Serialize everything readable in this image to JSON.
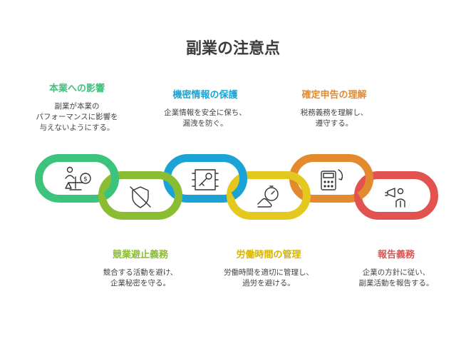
{
  "title": "副業の注意点",
  "items": [
    {
      "heading": "本業への影響",
      "desc": "副業が本業の\nパフォーマンスに影響を\n与えないようにする。",
      "color": "#3cc47c",
      "icon": "person-scale-dollar-icon"
    },
    {
      "heading": "競業避止義務",
      "desc": "競合する活動を避け、\n企業秘密を守る。",
      "color": "#8bbd32",
      "icon": "shield-slash-icon"
    },
    {
      "heading": "機密情報の保護",
      "desc": "企業情報を安全に保ち、\n漏洩を防ぐ。",
      "color": "#1aa3d4",
      "icon": "key-frame-icon"
    },
    {
      "heading": "労働時間の管理",
      "desc": "労働時間を適切に管理し、\n過労を避ける。",
      "color": "#e5c81e",
      "icon": "hand-stopwatch-icon"
    },
    {
      "heading": "確定申告の理解",
      "desc": "税務義務を理解し、\n遵守する。",
      "color": "#e38a2e",
      "icon": "calculator-refresh-icon"
    },
    {
      "heading": "報告義務",
      "desc": "企業の方針に従い、\n副業活動を報告する。",
      "color": "#e2534f",
      "icon": "megaphone-person-icon"
    }
  ]
}
